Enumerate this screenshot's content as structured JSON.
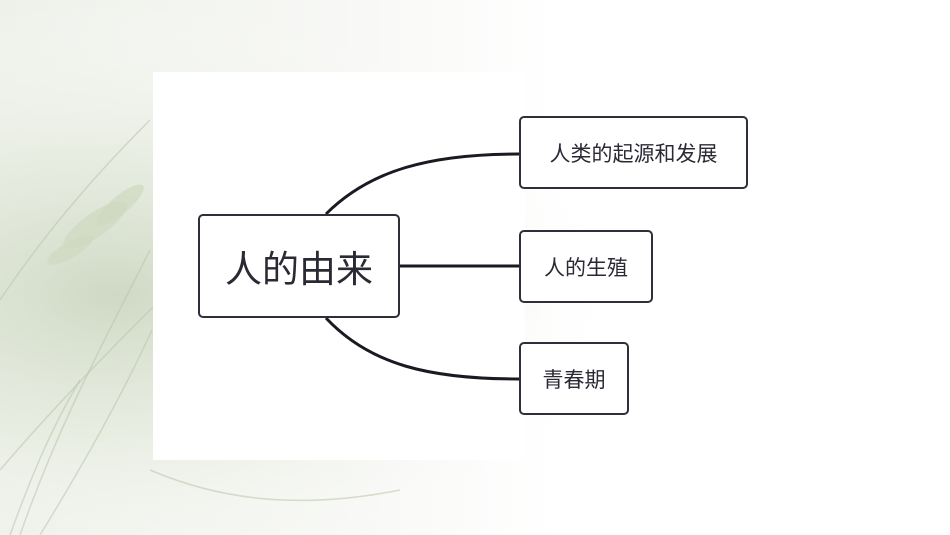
{
  "mindmap": {
    "root": {
      "label": "人的由来"
    },
    "children": [
      {
        "label": "人类的起源和发展"
      },
      {
        "label": "人的生殖"
      },
      {
        "label": "青春期"
      }
    ]
  },
  "colors": {
    "line": "#1a1a22",
    "node_border": "#2f2f3a",
    "text": "#2a2a35",
    "background_tint": "#dfe6d6"
  }
}
